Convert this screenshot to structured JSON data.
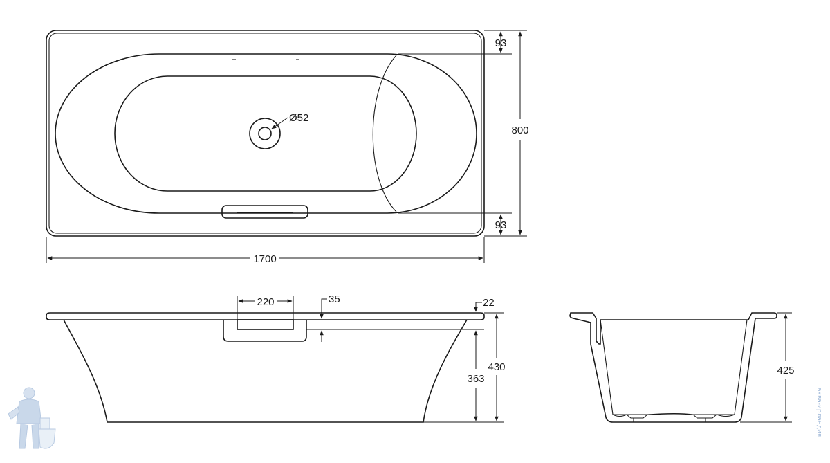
{
  "top_view": {
    "length_label": "1700",
    "width_label": "800",
    "rim_top_label": "93",
    "rim_bottom_label": "93",
    "drain_label": "Ø52"
  },
  "side_view": {
    "overflow_width_label": "220",
    "overflow_offset_label": "35",
    "rim_thickness_label": "22",
    "overflow_height_label": "363",
    "total_height_label": "430"
  },
  "end_view": {
    "height_label": "425"
  },
  "watermark": {
    "icon": "plumber-icon",
    "text": "аква-ирландия"
  },
  "colors": {
    "line": "#1a1a1a",
    "watermark": "#9fb8d8"
  }
}
